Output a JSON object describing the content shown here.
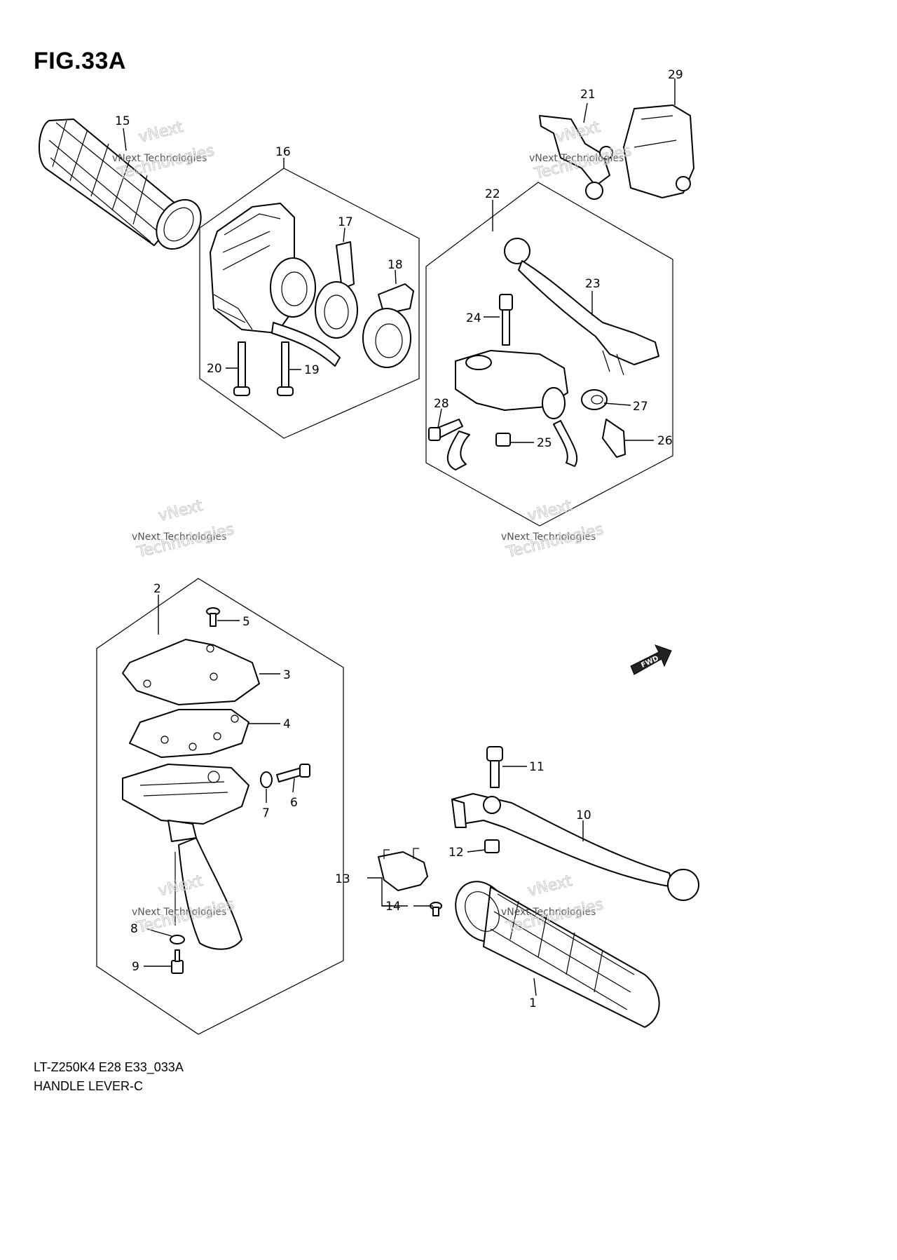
{
  "figure": {
    "title": "FIG.33A",
    "model_code": "LT-Z250K4 E28 E33_033A",
    "section_name": "HANDLE LEVER-C"
  },
  "callouts": [
    "1",
    "2",
    "3",
    "4",
    "5",
    "6",
    "7",
    "8",
    "9",
    "10",
    "11",
    "12",
    "13",
    "14",
    "15",
    "16",
    "17",
    "18",
    "19",
    "20",
    "21",
    "22",
    "23",
    "24",
    "25",
    "26",
    "27",
    "28",
    "29"
  ],
  "watermark": {
    "line1": "vNext Technologies",
    "line2": "vNext",
    "line3": "Technologies"
  },
  "direction_badge": {
    "label": "FWD"
  }
}
